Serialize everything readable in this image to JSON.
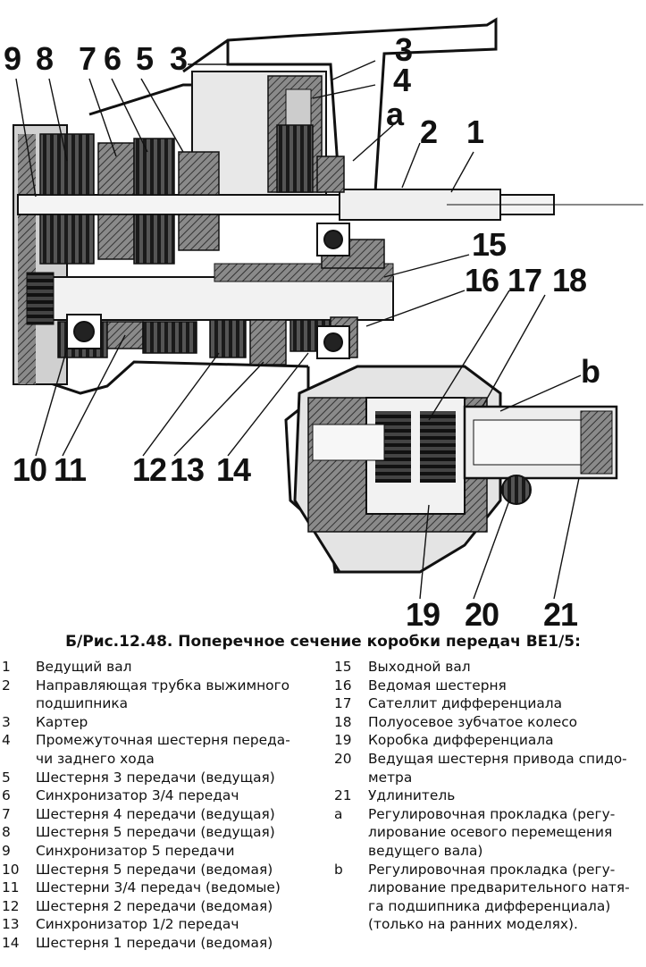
{
  "figure": {
    "caption": "Б/Рис.12.48. Поперечное сечение коробки передач BE1/5:",
    "callouts": [
      "9",
      "8",
      "7",
      "6",
      "5",
      "3",
      "3",
      "4",
      "a",
      "2",
      "1",
      "15",
      "16",
      "17",
      "18",
      "b",
      "10",
      "11",
      "12",
      "13",
      "14",
      "19",
      "20",
      "21"
    ]
  },
  "legend": {
    "left": [
      {
        "num": "1",
        "text": "Ведущий вал"
      },
      {
        "num": "2",
        "text": "Направляющая трубка выжимного"
      },
      {
        "num": "",
        "text": "подшипника"
      },
      {
        "num": "3",
        "text": "Картер"
      },
      {
        "num": "4",
        "text": "Промежуточная шестерня переда-"
      },
      {
        "num": "",
        "text": "чи заднего хода"
      },
      {
        "num": "5",
        "text": "Шестерня 3 передачи (ведущая)"
      },
      {
        "num": "6",
        "text": "Синхронизатор 3/4 передач"
      },
      {
        "num": "7",
        "text": "Шестерня 4 передачи (ведущая)"
      },
      {
        "num": "8",
        "text": "Шестерня 5 передачи (ведущая)"
      },
      {
        "num": "9",
        "text": "Синхронизатор 5 передачи"
      },
      {
        "num": "10",
        "text": "Шестерня 5 передачи (ведомая)"
      },
      {
        "num": "11",
        "text": "Шестерни 3/4 передач (ведомые)"
      },
      {
        "num": "12",
        "text": "Шестерня 2 передачи (ведомая)"
      },
      {
        "num": "13",
        "text": "Синхронизатор 1/2 передач"
      },
      {
        "num": "14",
        "text": "Шестерня 1 передачи (ведомая)"
      }
    ],
    "right": [
      {
        "num": "15",
        "text": "Выходной вал"
      },
      {
        "num": "16",
        "text": "Ведомая шестерня"
      },
      {
        "num": "17",
        "text": "Сателлит дифференциала"
      },
      {
        "num": "18",
        "text": "Полуосевое зубчатое колесо"
      },
      {
        "num": "19",
        "text": "Коробка дифференциала"
      },
      {
        "num": "20",
        "text": "Ведущая шестерня привода спидо-"
      },
      {
        "num": "",
        "text": "метра"
      },
      {
        "num": "21",
        "text": "Удлинитель"
      },
      {
        "num": "a",
        "text": "Регулировочная прокладка (регу-"
      },
      {
        "num": "",
        "text": "лирование осевого перемещения"
      },
      {
        "num": "",
        "text": "ведущего вала)"
      },
      {
        "num": "b",
        "text": "Регулировочная прокладка (регу-"
      },
      {
        "num": "",
        "text": "лирование предварительного натя-"
      },
      {
        "num": "",
        "text": "га подшипника дифференциала)"
      },
      {
        "num": "",
        "text": "(только на ранних моделях)."
      }
    ]
  }
}
